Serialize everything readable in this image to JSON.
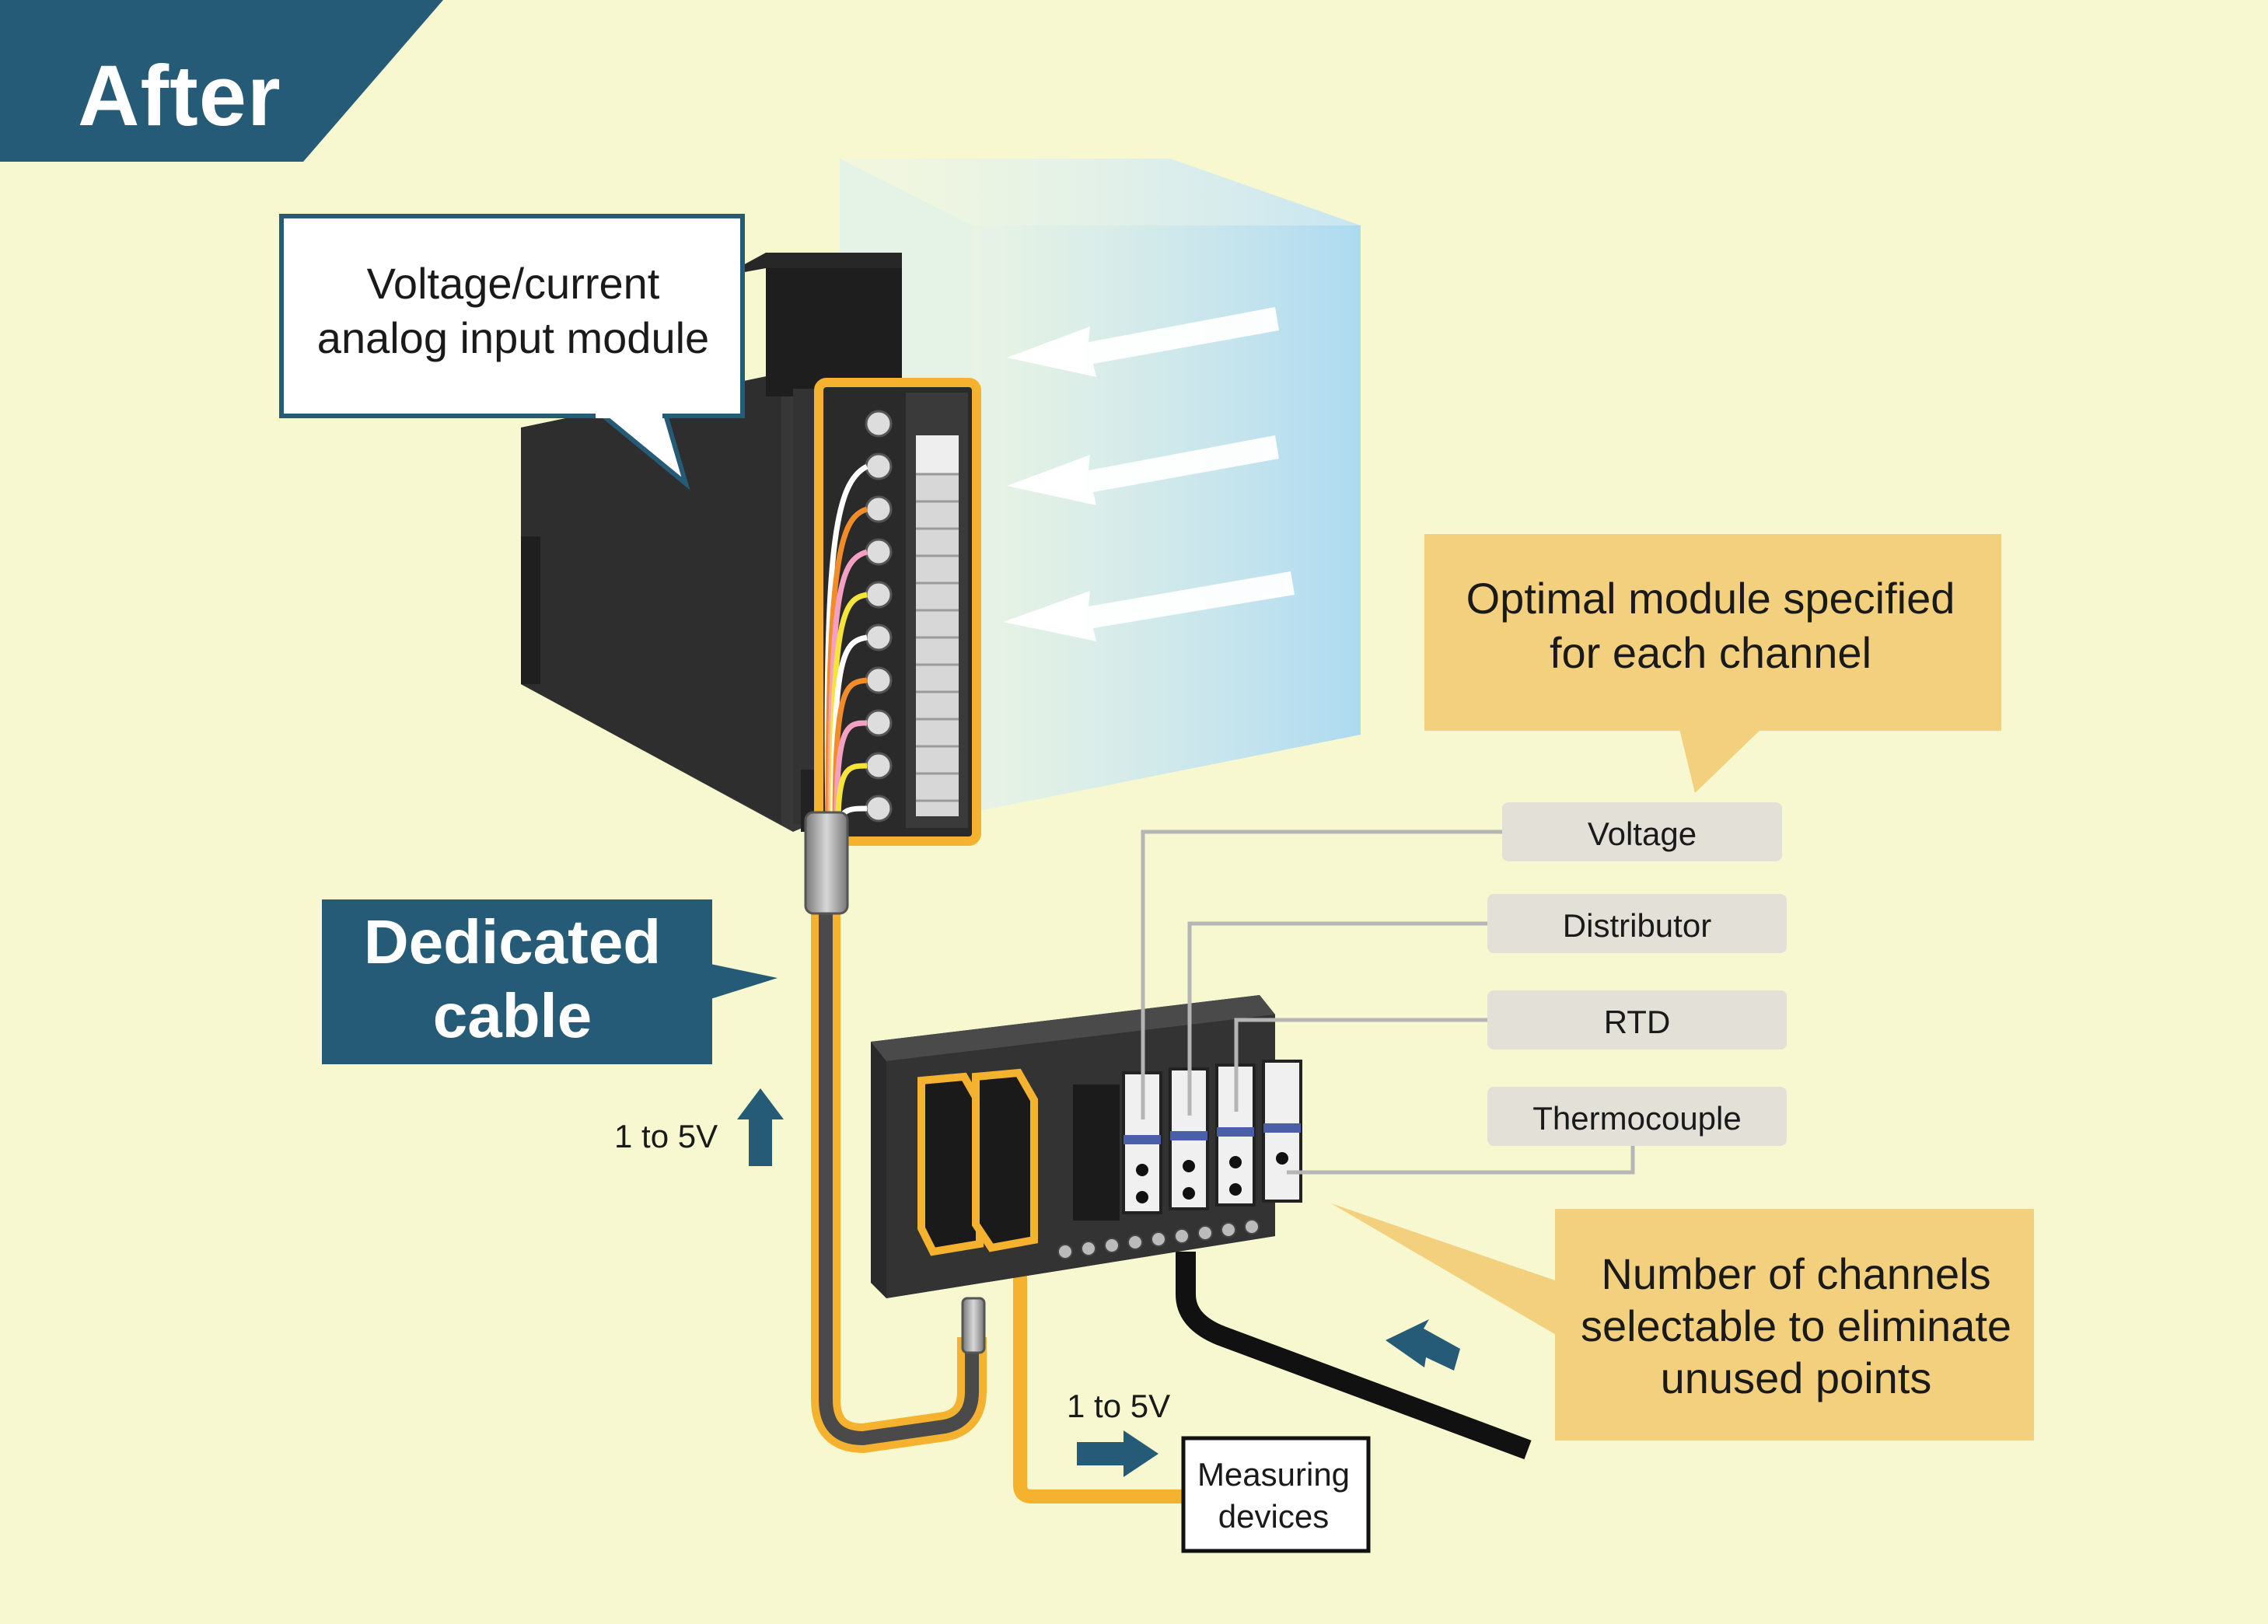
{
  "header": {
    "title": "After"
  },
  "callouts": {
    "module": {
      "line1": "Voltage/current",
      "line2": "analog input module"
    },
    "optimal": {
      "line1": "Optimal module specified",
      "line2": "for each channel"
    },
    "dedicated_cable": {
      "line1": "Dedicated",
      "line2": "cable"
    },
    "channels": {
      "line1": "Number of channels",
      "line2": "selectable to eliminate",
      "line3": "unused points"
    }
  },
  "module_types": [
    "Voltage",
    "Distributor",
    "RTD",
    "Thermocouple"
  ],
  "signals": {
    "upper": "1 to 5V",
    "lower": "1 to 5V"
  },
  "measuring_devices": {
    "line1": "Measuring",
    "line2": "devices"
  },
  "colors": {
    "background": "#f8f8d0",
    "navy": "#265b78",
    "callout_yellow": "#f3d07e",
    "cable_orange": "#f5b22e",
    "tag_gray": "#e3e0d8",
    "airflow_blue": "#a9d8f2"
  }
}
